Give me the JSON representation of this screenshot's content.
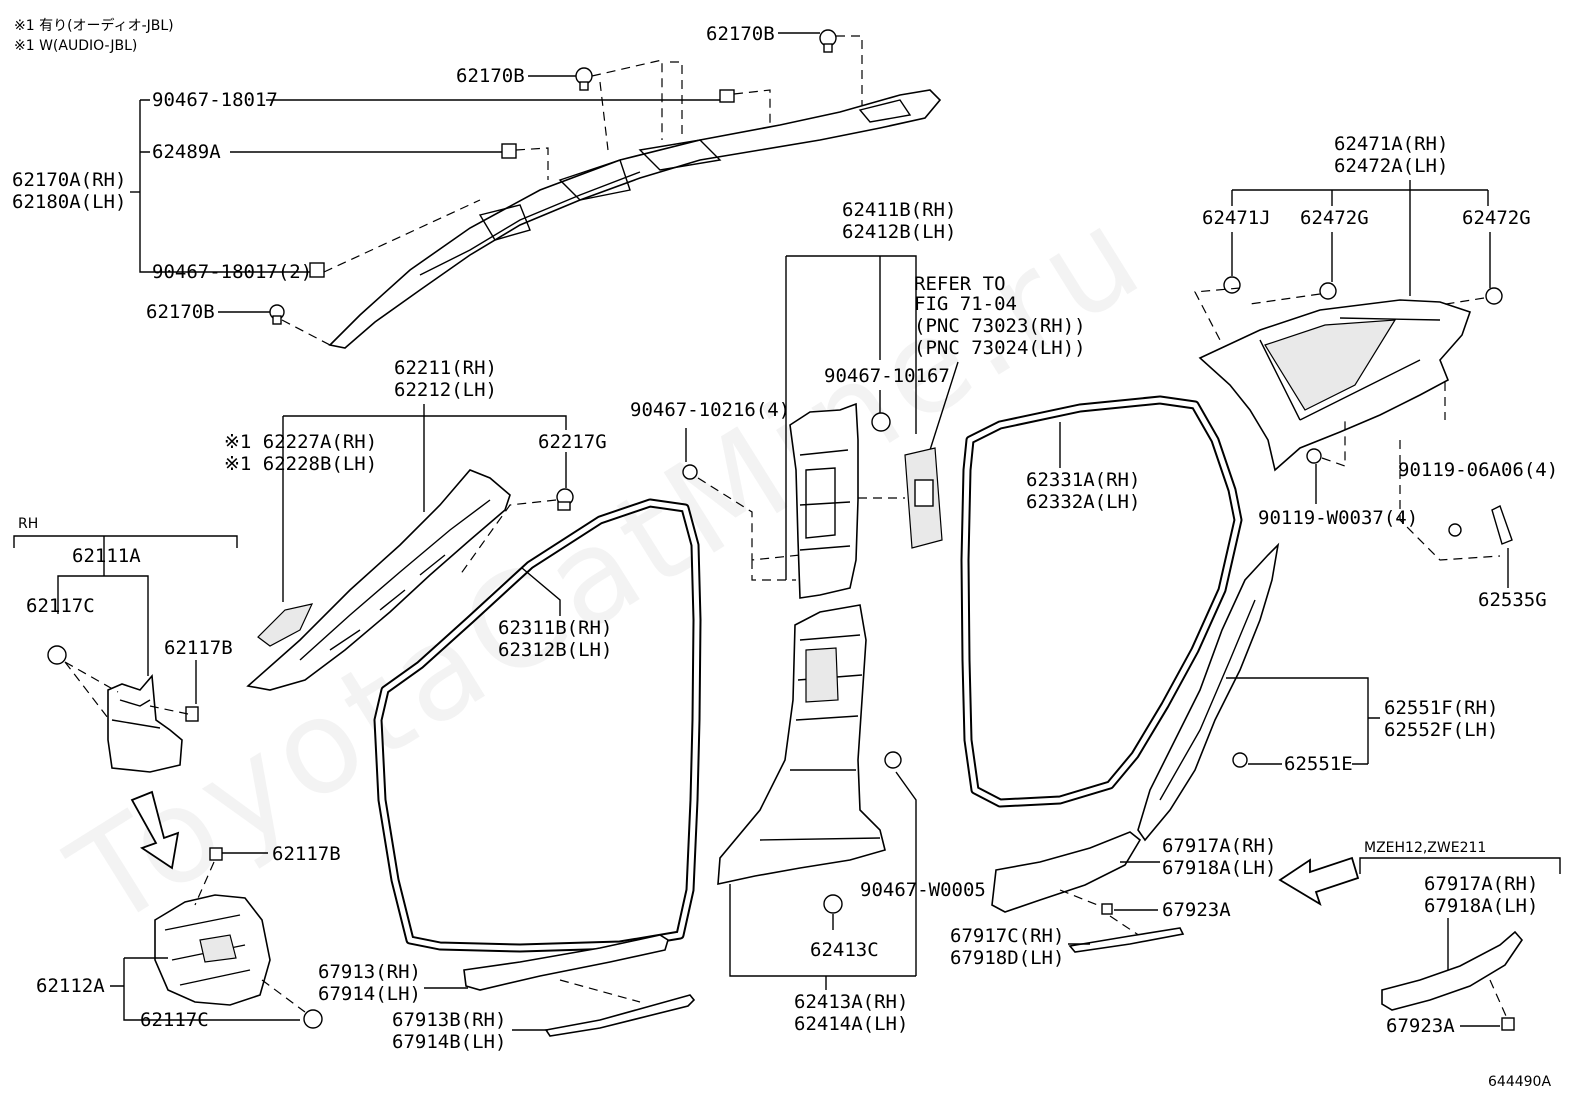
{
  "notes": {
    "note1": "※1 有り(オーディオ-JBL)",
    "note2": "※1 W(AUDIO-JBL)"
  },
  "watermark": "ToyotaCatMine.ru",
  "diagram_id": "644490A",
  "labels": {
    "p62170B_top": "62170B",
    "p62170B_mid": "62170B",
    "p90467_18017": "90467-18017",
    "p62489A": "62489A",
    "p62170A_rh": "62170A(RH)",
    "p62180A_lh": "62180A(LH)",
    "p90467_18017_2": "90467-18017(2)",
    "p62170B_low": "62170B",
    "p62211_rh": "62211(RH)",
    "p62212_lh": "62212(LH)",
    "p62227A_rh": "※1 62227A(RH)",
    "p62228B_lh": "※1 62228B(LH)",
    "p62217G": "62217G",
    "rh_title": "RH",
    "p62111A": "62111A",
    "p62117C_a": "62117C",
    "p62117B_a": "62117B",
    "p62117B_b": "62117B",
    "p62112A": "62112A",
    "p62117C_b": "62117C",
    "p62311B_rh": "62311B(RH)",
    "p62312B_lh": "62312B(LH)",
    "p90467_10216": "90467-10216(4)",
    "p62411B_rh": "62411B(RH)",
    "p62412B_lh": "62412B(LH)",
    "refer1": "REFER TO",
    "refer2": "FIG 71-04",
    "refer3": "(PNC 73023(RH))",
    "refer4": "(PNC 73024(LH))",
    "p90467_10167": "90467-10167",
    "p62331A_rh": "62331A(RH)",
    "p62332A_lh": "62332A(LH)",
    "p62471A_rh": "62471A(RH)",
    "p62472A_lh": "62472A(LH)",
    "p62471J": "62471J",
    "p62472G_a": "62472G",
    "p62472G_b": "62472G",
    "p90119_06A06": "90119-06A06(4)",
    "p90119_W0037": "90119-W0037(4)",
    "p62535G": "62535G",
    "p62551F_rh": "62551F(RH)",
    "p62552F_lh": "62552F(LH)",
    "p62551E": "62551E",
    "p90467_W0005": "90467-W0005",
    "p62413C": "62413C",
    "p62413A_rh": "62413A(RH)",
    "p62414A_lh": "62414A(LH)",
    "p67913_rh": "67913(RH)",
    "p67914_lh": "67914(LH)",
    "p67913B_rh": "67913B(RH)",
    "p67914B_lh": "67914B(LH)",
    "p67917A_rh_a": "67917A(RH)",
    "p67918A_lh_a": "67918A(LH)",
    "p67923A_a": "67923A",
    "p67917C_rh": "67917C(RH)",
    "p67918D_lh": "67918D(LH)",
    "model_note": "MZEH12,ZWE211",
    "p67917A_rh_b": "67917A(RH)",
    "p67918A_lh_b": "67918A(LH)",
    "p67923A_b": "67923A"
  }
}
